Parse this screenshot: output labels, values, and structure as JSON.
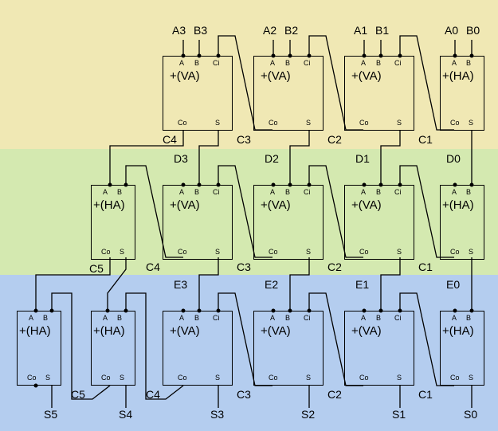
{
  "diagram": {
    "rows": [
      {
        "units": [
          {
            "op": "+(VA)",
            "pins": {
              "a": "A",
              "b": "B",
              "ci": "Ci",
              "co": "Co",
              "s": "S"
            }
          },
          {
            "op": "+(VA)",
            "pins": {
              "a": "A",
              "b": "B",
              "ci": "Ci",
              "co": "Co",
              "s": "S"
            }
          },
          {
            "op": "+(VA)",
            "pins": {
              "a": "A",
              "b": "B",
              "ci": "Ci",
              "co": "Co",
              "s": "S"
            }
          },
          {
            "op": "+(HA)",
            "pins": {
              "a": "A",
              "b": "B",
              "co": "Co",
              "s": "S"
            }
          }
        ]
      },
      {
        "units": [
          {
            "op": "+(HA)",
            "pins": {
              "a": "A",
              "b": "B",
              "co": "Co",
              "s": "S"
            }
          },
          {
            "op": "+(VA)",
            "pins": {
              "a": "A",
              "b": "B",
              "ci": "Ci",
              "co": "Co",
              "s": "S"
            }
          },
          {
            "op": "+(VA)",
            "pins": {
              "a": "A",
              "b": "B",
              "ci": "Ci",
              "co": "Co",
              "s": "S"
            }
          },
          {
            "op": "+(VA)",
            "pins": {
              "a": "A",
              "b": "B",
              "ci": "Ci",
              "co": "Co",
              "s": "S"
            }
          },
          {
            "op": "+(HA)",
            "pins": {
              "a": "A",
              "b": "B",
              "co": "Co",
              "s": "S"
            }
          }
        ]
      },
      {
        "units": [
          {
            "op": "+(HA)",
            "pins": {
              "a": "A",
              "b": "B",
              "co": "Co",
              "s": "S"
            }
          },
          {
            "op": "+(HA)",
            "pins": {
              "a": "A",
              "b": "B",
              "co": "Co",
              "s": "S"
            }
          },
          {
            "op": "+(VA)",
            "pins": {
              "a": "A",
              "b": "B",
              "ci": "Ci",
              "co": "Co",
              "s": "S"
            }
          },
          {
            "op": "+(VA)",
            "pins": {
              "a": "A",
              "b": "B",
              "ci": "Ci",
              "co": "Co",
              "s": "S"
            }
          },
          {
            "op": "+(VA)",
            "pins": {
              "a": "A",
              "b": "B",
              "ci": "Ci",
              "co": "Co",
              "s": "S"
            }
          },
          {
            "op": "+(HA)",
            "pins": {
              "a": "A",
              "b": "B",
              "co": "Co",
              "s": "S"
            }
          }
        ]
      }
    ],
    "signals": {
      "inputs": [
        "A3",
        "B3",
        "A2",
        "B2",
        "A1",
        "B1",
        "A0",
        "B0"
      ],
      "carries_row1": [
        "C4",
        "C3",
        "C2",
        "C1"
      ],
      "intermediate_d": [
        "D3",
        "D2",
        "D1",
        "D0"
      ],
      "carries_row2": [
        "C5",
        "C4",
        "C3",
        "C2",
        "C1"
      ],
      "intermediate_e": [
        "E3",
        "E2",
        "E1",
        "E0"
      ],
      "carries_row3": [
        "C5",
        "C4",
        "C3",
        "C2",
        "C1"
      ],
      "outputs": [
        "S5",
        "S4",
        "S3",
        "S2",
        "S1",
        "S0"
      ]
    }
  }
}
